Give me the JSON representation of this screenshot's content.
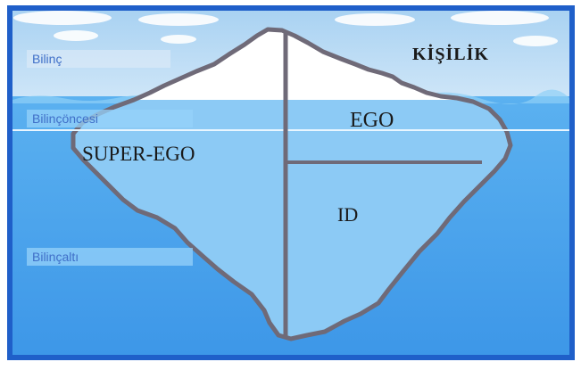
{
  "diagram": {
    "title": "KİŞİLİK",
    "levels": {
      "conscious": "Bilinç",
      "preconscious": "Bilinçöncesi",
      "unconscious": "Bilinçaltı"
    },
    "parts": {
      "ego": "EGO",
      "superego": "SUPER-EGO",
      "id": "ID"
    },
    "colors": {
      "sky": "#b5d8f3",
      "water": "#4fa8ee",
      "water_deep": "#3f9aea",
      "iceberg_above": "#ffffff",
      "iceberg_below": "#8ccaf5",
      "outline": "#6f6a78",
      "frame": "#1f5fc9"
    }
  }
}
